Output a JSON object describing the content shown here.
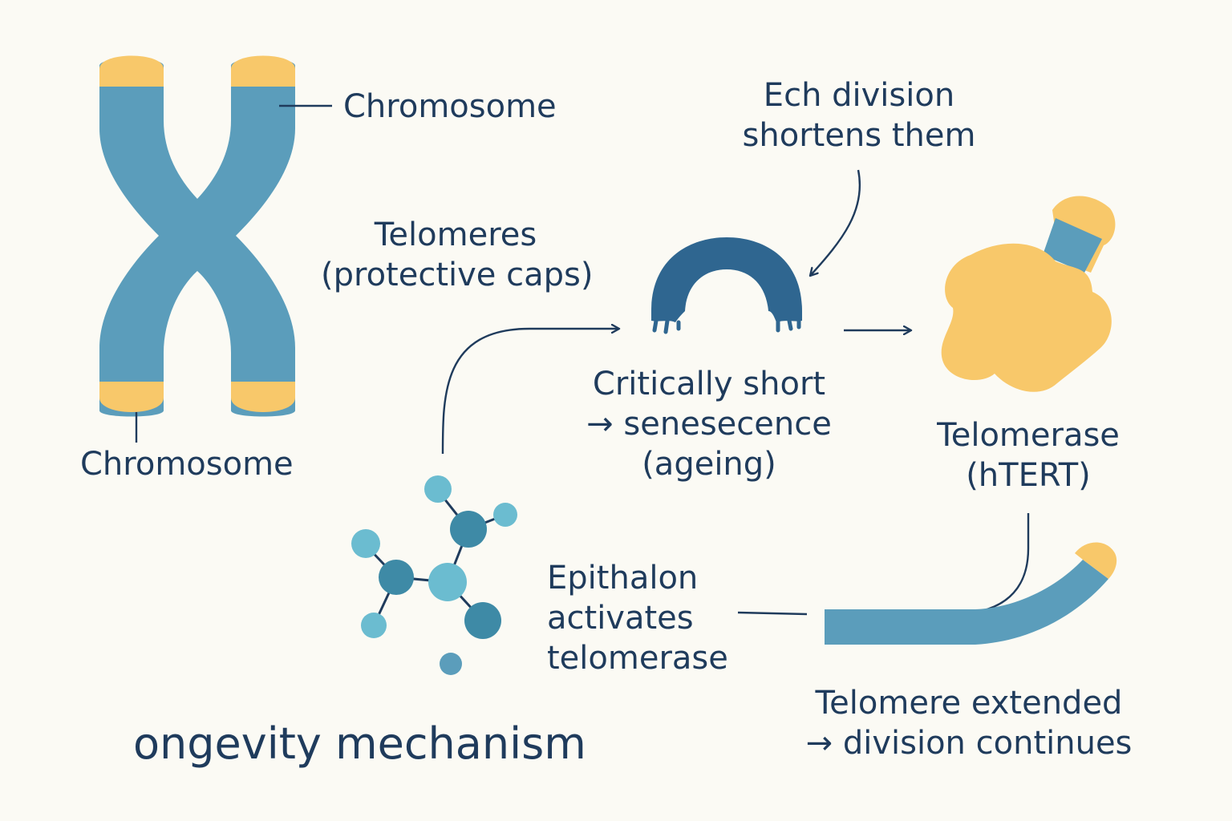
{
  "labels": {
    "chromosome_top": "Chromosome",
    "chromosome_bottom": "Chromosome",
    "telomeres": [
      "Telomeres",
      "(protective caps)"
    ],
    "division": [
      "Ech division",
      "shortens them"
    ],
    "critical": [
      "Critically short",
      "→ senesecence",
      "(ageing)"
    ],
    "telomerase": [
      "Telomerase",
      "(hTERT)"
    ],
    "epithalon": [
      "Epithalon",
      "activates",
      "telomerase"
    ],
    "extended": [
      "Telomere extended",
      "→ division continues"
    ],
    "title": "ongevity mechanism"
  },
  "colors": {
    "background": "#fbfaf4",
    "chromosome_blue": "#5b9dbb",
    "cap_yellow": "#f8c86a",
    "dark_blue": "#2f6690",
    "text": "#1f3b5c",
    "light_teal": "#6bbcd0",
    "mid_teal": "#3e8aa6"
  },
  "icons": [
    "chromosome-icon",
    "short-telomere-icon",
    "telomerase-enzyme-icon",
    "epithalon-molecule-icon",
    "extended-telomere-icon"
  ]
}
